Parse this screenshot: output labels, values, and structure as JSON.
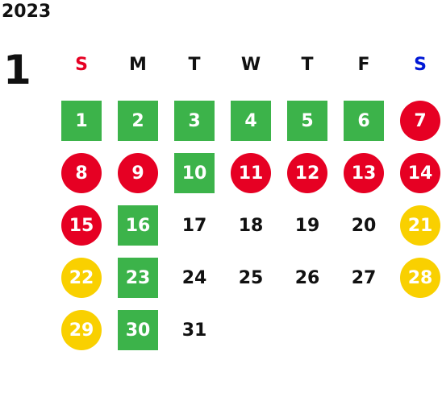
{
  "year": "2023",
  "month": "1",
  "colors": {
    "green": "#3cb34a",
    "red": "#e60023",
    "yellow": "#f9d000",
    "sunday": "#e60023",
    "saturday": "#0018d6"
  },
  "weekdays": [
    {
      "label": "S",
      "color": "#e60023"
    },
    {
      "label": "M",
      "color": "#111111"
    },
    {
      "label": "T",
      "color": "#111111"
    },
    {
      "label": "W",
      "color": "#111111"
    },
    {
      "label": "T",
      "color": "#111111"
    },
    {
      "label": "F",
      "color": "#111111"
    },
    {
      "label": "S",
      "color": "#0018d6"
    }
  ],
  "days": [
    {
      "day": "1",
      "style": "green"
    },
    {
      "day": "2",
      "style": "green"
    },
    {
      "day": "3",
      "style": "green"
    },
    {
      "day": "4",
      "style": "green"
    },
    {
      "day": "5",
      "style": "green"
    },
    {
      "day": "6",
      "style": "green"
    },
    {
      "day": "7",
      "style": "red"
    },
    {
      "day": "8",
      "style": "red"
    },
    {
      "day": "9",
      "style": "red"
    },
    {
      "day": "10",
      "style": "green"
    },
    {
      "day": "11",
      "style": "red"
    },
    {
      "day": "12",
      "style": "red"
    },
    {
      "day": "13",
      "style": "red"
    },
    {
      "day": "14",
      "style": "red"
    },
    {
      "day": "15",
      "style": "red"
    },
    {
      "day": "16",
      "style": "green"
    },
    {
      "day": "17",
      "style": "plain"
    },
    {
      "day": "18",
      "style": "plain"
    },
    {
      "day": "19",
      "style": "plain"
    },
    {
      "day": "20",
      "style": "plain"
    },
    {
      "day": "21",
      "style": "yellow"
    },
    {
      "day": "22",
      "style": "yellow"
    },
    {
      "day": "23",
      "style": "green"
    },
    {
      "day": "24",
      "style": "plain"
    },
    {
      "day": "25",
      "style": "plain"
    },
    {
      "day": "26",
      "style": "plain"
    },
    {
      "day": "27",
      "style": "plain"
    },
    {
      "day": "28",
      "style": "yellow"
    },
    {
      "day": "29",
      "style": "yellow"
    },
    {
      "day": "30",
      "style": "green"
    },
    {
      "day": "31",
      "style": "plain"
    }
  ]
}
